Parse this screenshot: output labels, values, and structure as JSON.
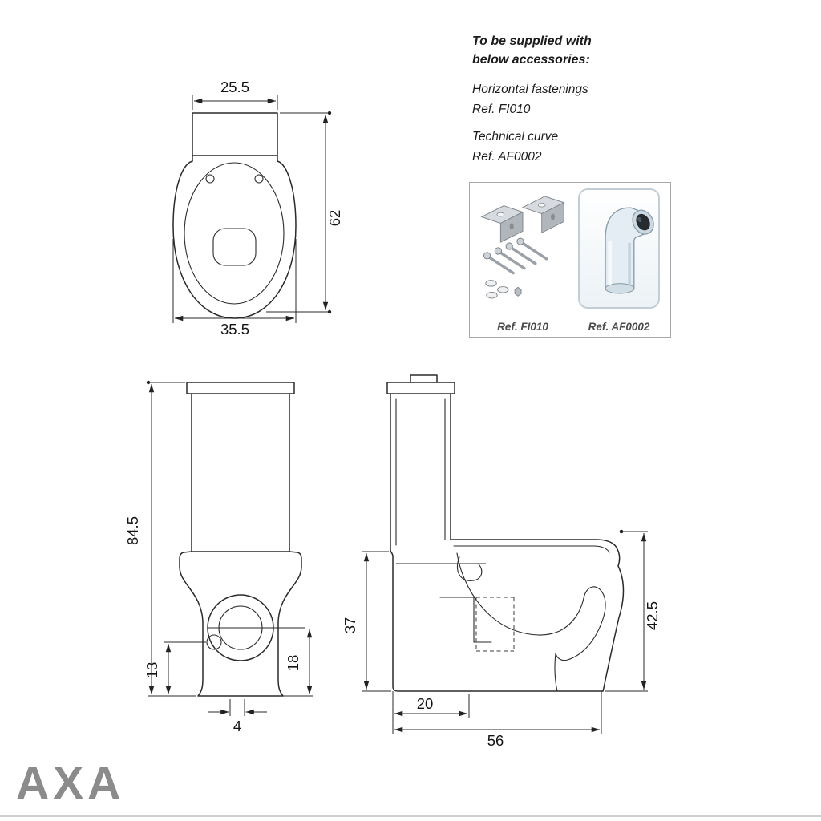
{
  "brand": {
    "name": "AXA"
  },
  "note": {
    "heading_line1": "To be supplied with",
    "heading_line2": "below accessories:",
    "item1_name": "Horizontal fastenings",
    "item1_ref": "Ref. FI010",
    "item2_name": "Technical curve",
    "item2_ref": "Ref. AF0002"
  },
  "accessories_box": {
    "left_ref": "Ref. FI010",
    "right_ref": "Ref. AF0002",
    "left_image_icon": "fastening-kit-icon",
    "right_image_icon": "technical-curve-pipe-icon"
  },
  "views": {
    "top": {
      "width_top": "25.5",
      "depth": "62",
      "width_max": "35.5"
    },
    "front": {
      "height_total": "84.5",
      "trap_hole_height": "13",
      "drain_center_height": "18",
      "drain_offset": "4"
    },
    "side": {
      "bowl_front_height": "37",
      "rim_height": "42.5",
      "outlet_center_distance": "20",
      "total_depth": "56"
    }
  }
}
